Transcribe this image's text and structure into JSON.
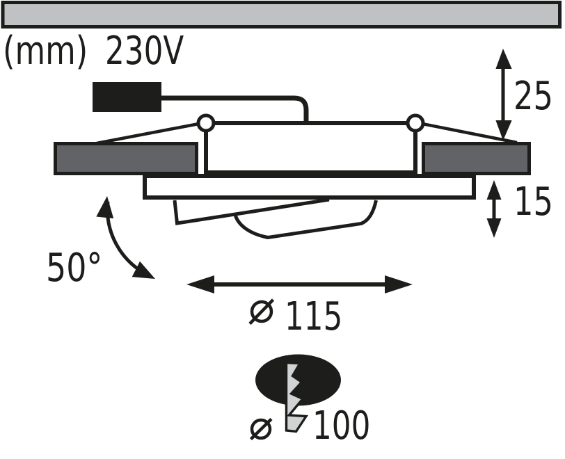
{
  "diagram": {
    "unit_label": "(mm)",
    "voltage_label": "230V",
    "dimensions": {
      "recess_depth": "25",
      "trim_height": "15",
      "diameter": "115",
      "tilt_angle": "50°",
      "cutout_diameter": "100"
    },
    "colors": {
      "line": "#1d1d1b",
      "ceiling_fill": "#c0c1c3",
      "flange_fill": "#626366",
      "bolt_fill": "#d2d3d5",
      "black_fill": "#1d1d1b",
      "background": "#ffffff"
    }
  }
}
